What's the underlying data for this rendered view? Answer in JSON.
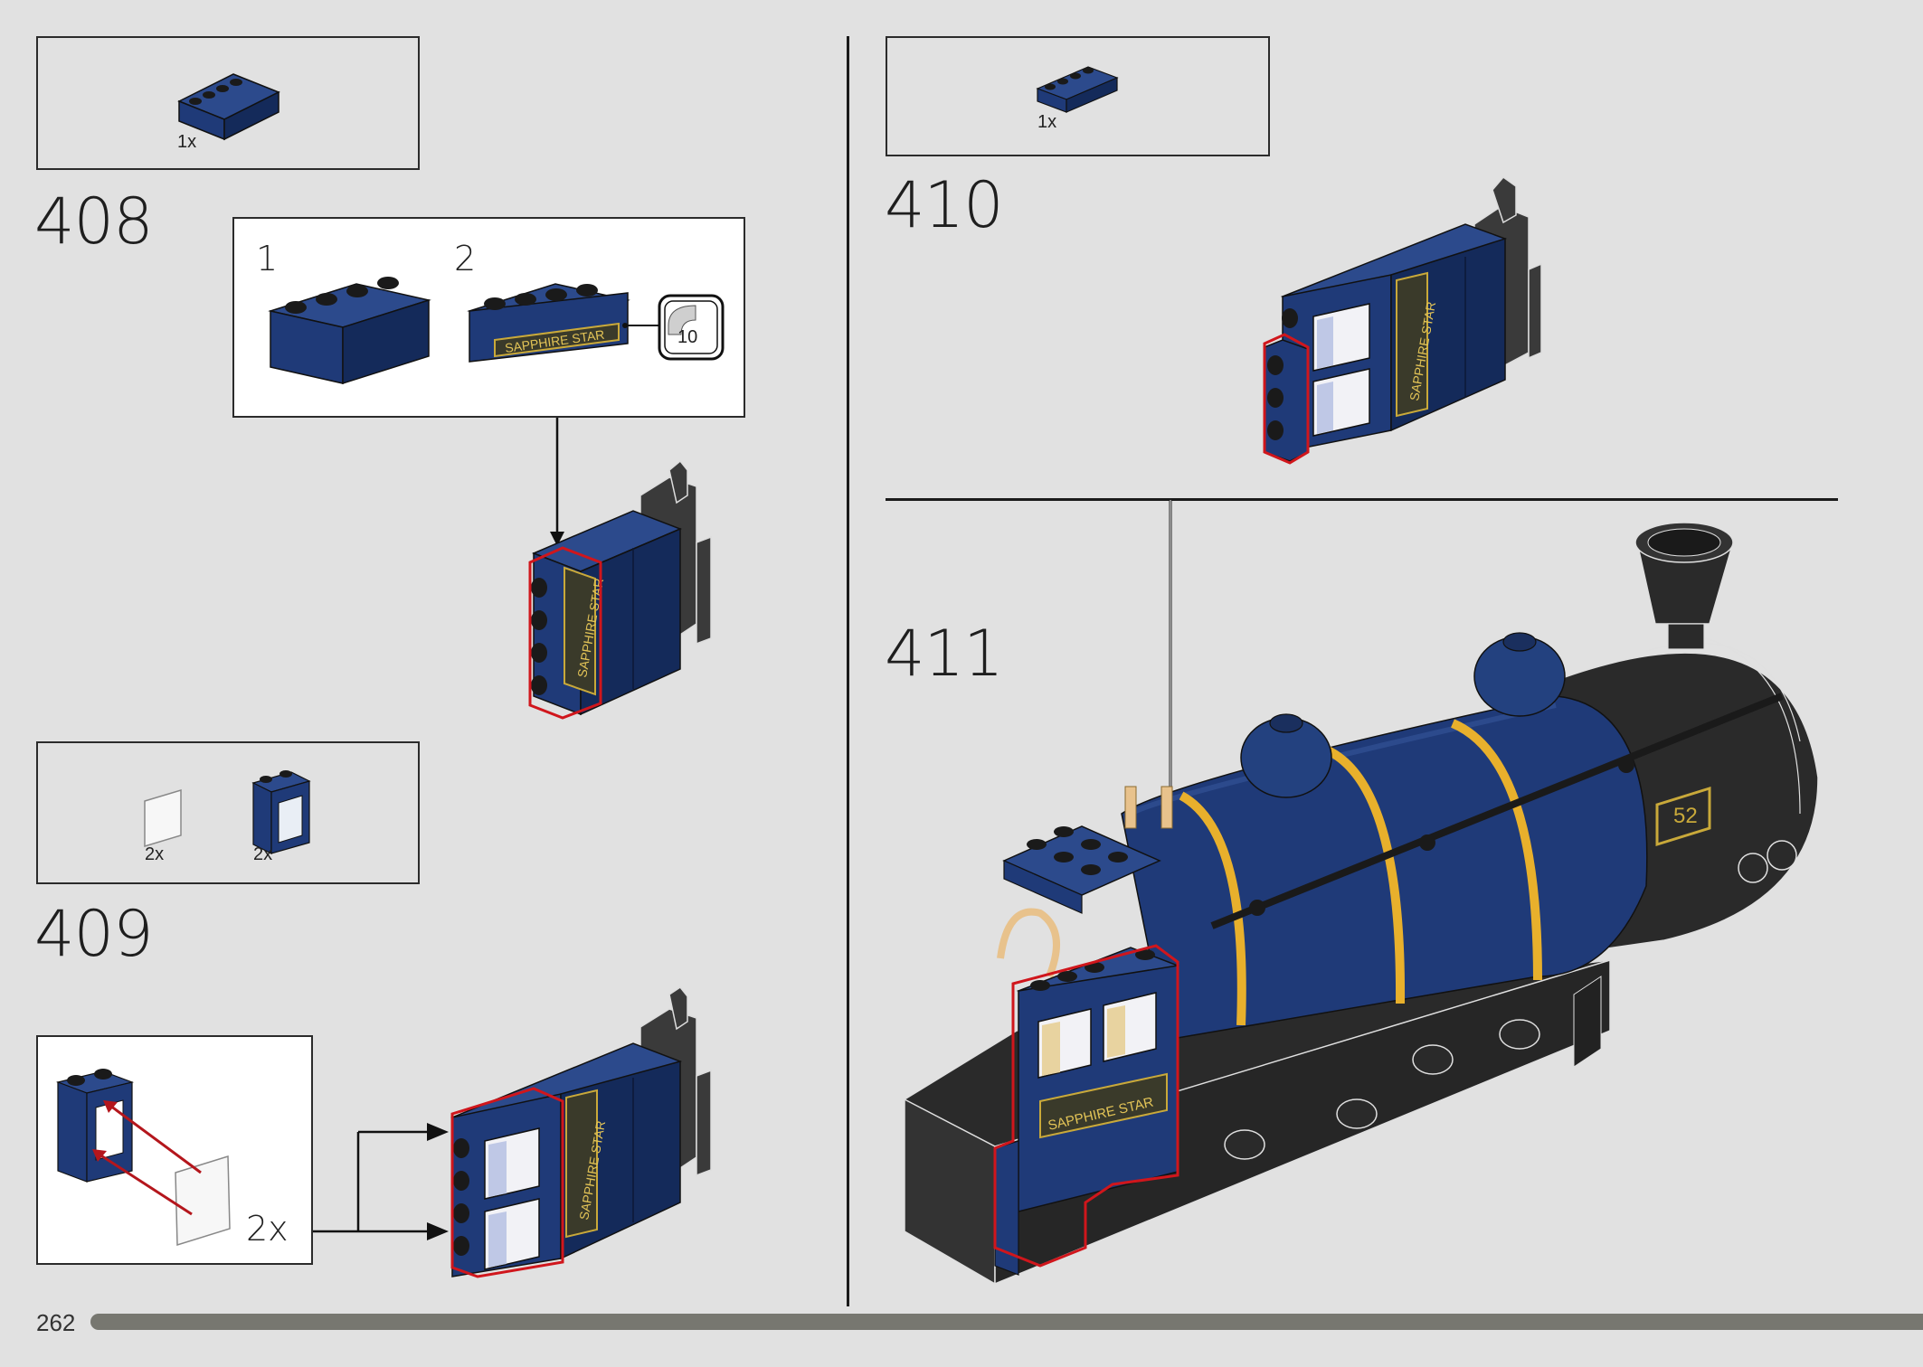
{
  "page": {
    "number": "262"
  },
  "steps": [
    {
      "id": "408",
      "label": "408",
      "parts": [
        {
          "qty": "1x",
          "part": "blue-1x4-brick"
        }
      ],
      "callout": {
        "sub1": "1",
        "sub2": "2",
        "sticker_label": "SAPPHIRE STAR",
        "sticker_ref": "10"
      }
    },
    {
      "id": "409",
      "label": "409",
      "parts": [
        {
          "qty": "2x",
          "part": "clear-window-glass"
        },
        {
          "qty": "2x",
          "part": "blue-window-frame"
        }
      ],
      "callout": {
        "multiplier": "2x"
      }
    },
    {
      "id": "410",
      "label": "410",
      "parts": [
        {
          "qty": "1x",
          "part": "blue-1x4-plate"
        }
      ]
    },
    {
      "id": "411",
      "label": "411"
    }
  ],
  "sticker_text": "SAPPHIRE STAR",
  "smokebox_plate": "52",
  "colors": {
    "background": "#e1e1e1",
    "brick_blue": "#1f3a78",
    "brick_blue_dark": "#142a5a",
    "highlight": "#d0161c",
    "gold": "#e8b02c",
    "progress": "#777770"
  }
}
